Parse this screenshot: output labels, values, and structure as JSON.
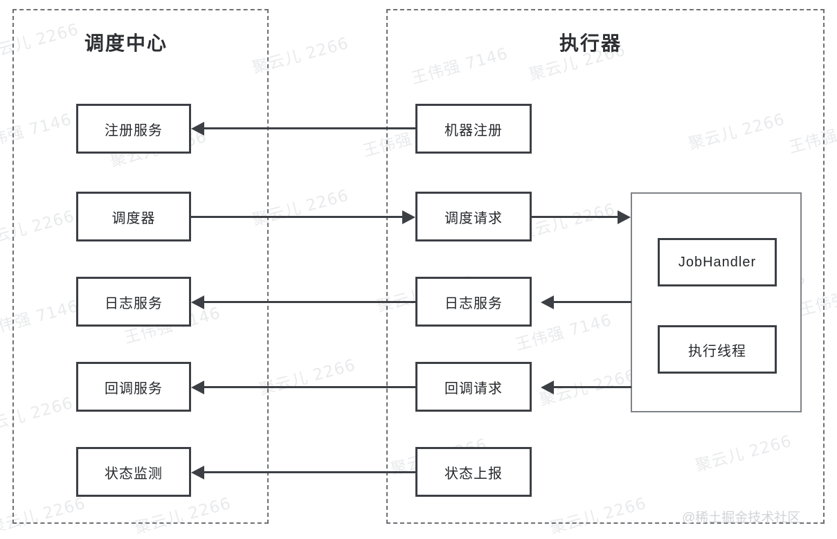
{
  "diagram": {
    "title_left": "调度中心",
    "title_right": "执行器",
    "zones": [
      {
        "name": "scheduler-center",
        "label": "调度中心"
      },
      {
        "name": "executor",
        "label": "执行器"
      }
    ],
    "left_boxes": [
      {
        "label": "注册服务"
      },
      {
        "label": "调度器"
      },
      {
        "label": "日志服务"
      },
      {
        "label": "回调服务"
      },
      {
        "label": "状态监测"
      }
    ],
    "middle_boxes": [
      {
        "label": "机器注册"
      },
      {
        "label": "调度请求"
      },
      {
        "label": "日志服务"
      },
      {
        "label": "回调请求"
      },
      {
        "label": "状态上报"
      }
    ],
    "executor_container": {
      "inner_boxes": [
        {
          "label": "JobHandler"
        },
        {
          "label": "执行线程"
        }
      ]
    },
    "connections": [
      {
        "from": "机器注册",
        "to": "注册服务",
        "direction": "left"
      },
      {
        "from": "调度器",
        "to": "调度请求",
        "direction": "right"
      },
      {
        "from": "调度请求",
        "to": "执行器容器",
        "direction": "right"
      },
      {
        "from": "执行器容器",
        "to": "日志服务",
        "direction": "left"
      },
      {
        "from": "日志服务(执行器)",
        "to": "日志服务(调度中心)",
        "direction": "left"
      },
      {
        "from": "执行器容器",
        "to": "回调请求",
        "direction": "left"
      },
      {
        "from": "回调请求",
        "to": "回调服务",
        "direction": "left"
      },
      {
        "from": "状态上报",
        "to": "状态监测",
        "direction": "left"
      }
    ],
    "credit": "@稀土掘金技术社区",
    "watermarks": [
      "聚云儿 2266",
      "王伟强 7146"
    ],
    "colors": {
      "box_border": "#3c3f44",
      "zone_border": "#6d6f73",
      "container_border": "#7e8186",
      "text": "#25272b",
      "background": "#ffffff",
      "watermark": "#e9eaec"
    }
  }
}
